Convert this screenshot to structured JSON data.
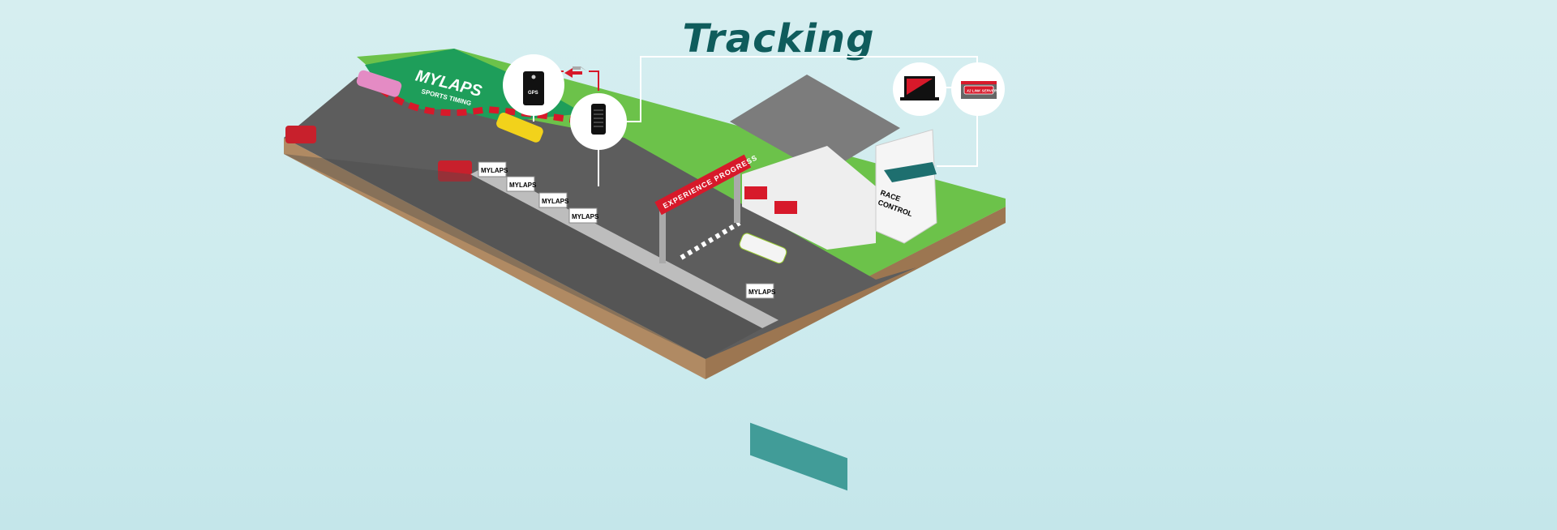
{
  "title": "Tracking",
  "track_logo": {
    "brand": "MYLAPS",
    "tagline": "SPORTS TIMING"
  },
  "banner_label": "MYLAPS",
  "gps_device": {
    "label": "GPS"
  },
  "gantry": {
    "label": "EXPERIENCE PROGRESS"
  },
  "race_control": {
    "line1": "RACE",
    "line2": "CONTROL"
  },
  "server": {
    "label": "X2 LINK SERVER"
  },
  "colors": {
    "accent_red": "#d7192a",
    "title_teal": "#0f5c5c",
    "grass": "#6cc24a",
    "asphalt": "#5b5b5b",
    "earth": "#b8916a"
  }
}
